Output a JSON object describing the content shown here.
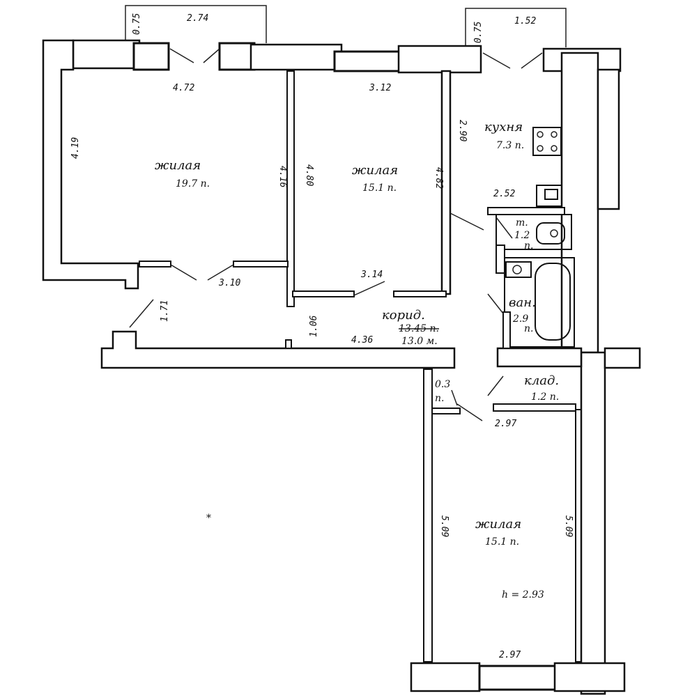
{
  "rooms": {
    "living1": {
      "name": "жилая",
      "area": "19.7 п."
    },
    "living2": {
      "name": "жилая",
      "area": "15.1 п."
    },
    "kitchen": {
      "name": "кухня",
      "area": "7.3 п."
    },
    "toilet": {
      "name": "т.",
      "area": "1.2",
      "unit": "п."
    },
    "bath": {
      "name": "ван.",
      "area": "2.9",
      "unit": "п."
    },
    "corridor": {
      "name": "корид.",
      "area_old": "13.45 п.",
      "area": "13.0 м."
    },
    "storage": {
      "name": "клад.",
      "area": "1.2 п."
    },
    "niche": {
      "area": "0.3",
      "unit": "п."
    },
    "living3": {
      "name": "жилая",
      "area": "15.1 п.",
      "height": "h = 2.93"
    }
  },
  "dims": {
    "balcony_left_w": "2.74",
    "balcony_left_d": "0.75",
    "balcony_right_w": "1.52",
    "balcony_right_d": "0.75",
    "r1_top": "4.72",
    "r1_left": "4.19",
    "r1_right": "4.16",
    "r1_bottom": "3.10",
    "r2_top": "3.12",
    "r2_left": "4.80",
    "r2_right": "4.82",
    "r2_bottom": "3.14",
    "kitchen_h": "2.90",
    "kitchen_w": "2.52",
    "corr_a": "1.71",
    "corr_b": "1.06",
    "corr_len": "4.36",
    "r3_top": "2.97",
    "r3_bottom": "2.97",
    "r3_left": "5.09",
    "r3_right": "5.09"
  }
}
